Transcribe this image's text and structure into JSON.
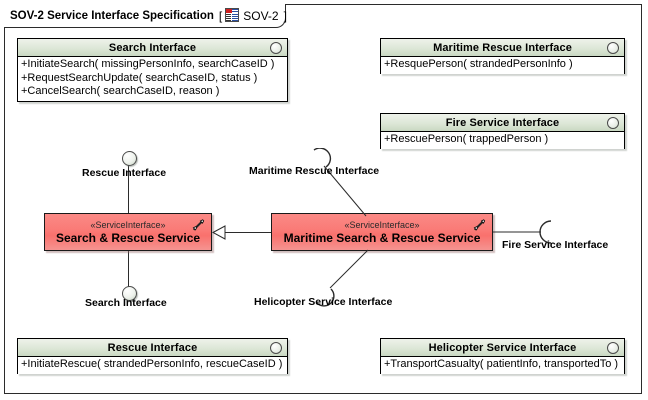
{
  "frame": {
    "title": "SOV-2 Service Interface Specification",
    "bracket_open": "[",
    "bracket_close": "]",
    "diagram_name": "SOV-2",
    "icon": "sov-document-icon"
  },
  "interfaces": [
    {
      "id": "search-interface",
      "name": "Search Interface",
      "operations": [
        "+InitiateSearch( missingPersonInfo, searchCaseID )",
        "+RequestSearchUpdate( searchCaseID, status )",
        "+CancelSearch( searchCaseID, reason )"
      ]
    },
    {
      "id": "maritime-rescue-interface",
      "name": "Maritime Rescue Interface",
      "operations": [
        "+ResquePerson( strandedPersonInfo )"
      ]
    },
    {
      "id": "fire-service-interface",
      "name": "Fire Service Interface",
      "operations": [
        "+RescuePerson( trappedPerson )"
      ]
    },
    {
      "id": "rescue-interface",
      "name": "Rescue Interface",
      "operations": [
        "+InitiateRescue( strandedPersonInfo, rescueCaseID )"
      ]
    },
    {
      "id": "helicopter-service-interface",
      "name": "Helicopter Service Interface",
      "operations": [
        "+TransportCasualty( patientInfo, transportedTo )"
      ]
    }
  ],
  "services": [
    {
      "id": "search-and-rescue-service",
      "stereotype": "«ServiceInterface»",
      "name": "Search & Rescue Service",
      "icon": "tools-icon"
    },
    {
      "id": "maritime-search-and-rescue-service",
      "stereotype": "«ServiceInterface»",
      "name": "Maritime Search & Rescue Service",
      "icon": "tools-icon"
    }
  ],
  "connector_labels": {
    "provided_rescue": "Rescue Interface",
    "provided_search": "Search Interface",
    "required_maritime": "Maritime Rescue Interface",
    "required_helicopter": "Helicopter Service Interface",
    "required_fire": "Fire Service Interface"
  },
  "colors": {
    "service_fill": "#fa7a76",
    "interface_header": "#d3e0cc",
    "line": "#2b2b2b",
    "frame_border": "#2b2b2b"
  }
}
